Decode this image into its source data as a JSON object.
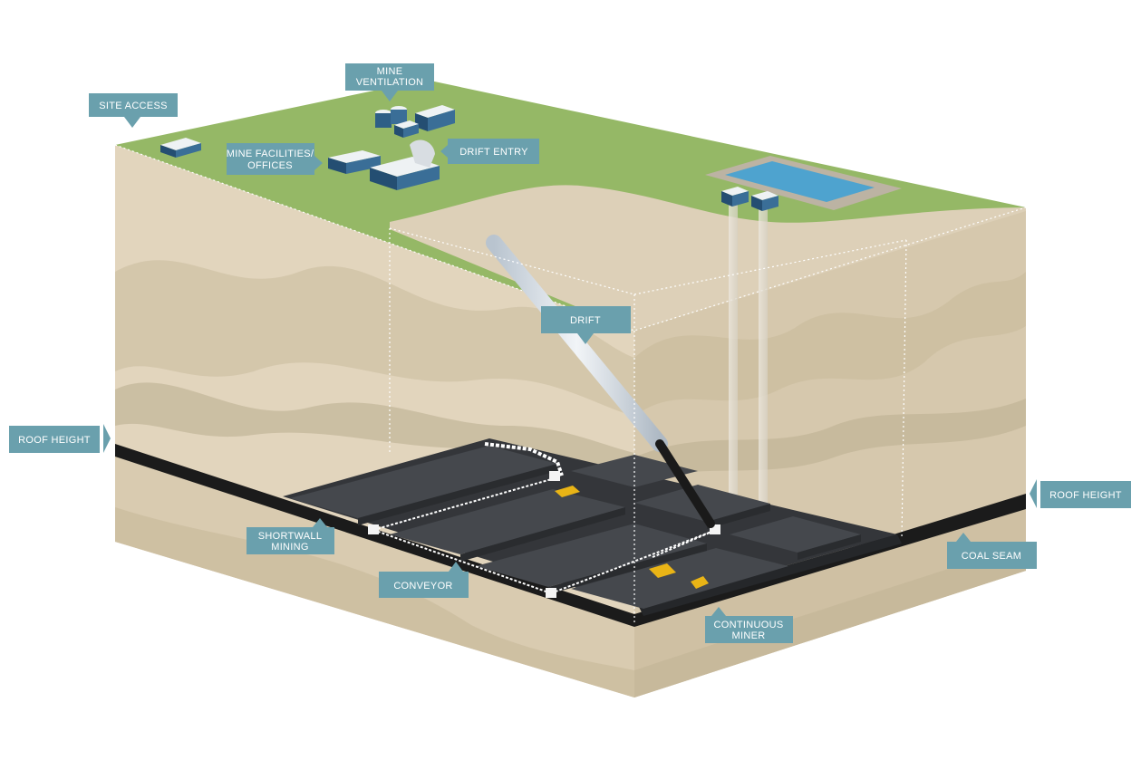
{
  "colors": {
    "grass": "#93b865",
    "soil": "#ddd0b8",
    "soil_dark": "#cdbfa4",
    "soil_band": "#bfb49c",
    "seam": "#1e1e1e",
    "label_bg": "#6aa0ad",
    "label_text": "#ffffff",
    "machine": "#e9b416",
    "water": "#4ea3cf"
  },
  "labels": {
    "site_access": "SITE ACCESS",
    "mine_ventilation": [
      "MINE",
      "VENTILATION"
    ],
    "mine_facilities": [
      "MINE FACILITIES/",
      "OFFICES"
    ],
    "drift_entry": "DRIFT ENTRY",
    "drift": "DRIFT",
    "roof_height_left": "ROOF HEIGHT",
    "roof_height_right": "ROOF HEIGHT",
    "shortwall_mining": [
      "SHORTWALL",
      "MINING"
    ],
    "conveyor": "CONVEYOR",
    "coal_seam": "COAL SEAM",
    "continuous_miner": [
      "CONTINUOUS",
      "MINER"
    ]
  }
}
